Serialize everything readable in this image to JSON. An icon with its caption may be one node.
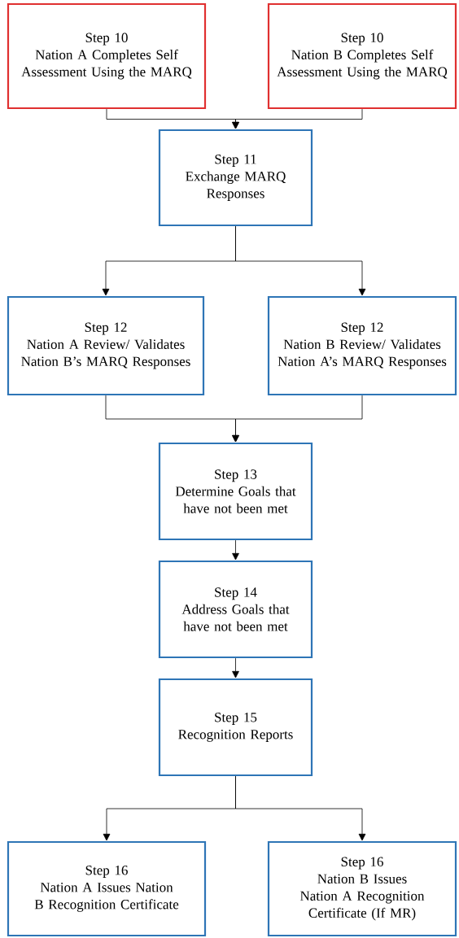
{
  "diagram": {
    "nodes": [
      {
        "text": [
          "Step 10",
          "Nation A Completes Self Assessment Using the MARQ"
        ]
      },
      {
        "text": [
          "Step 10",
          "Nation B Completes Self Assessment Using the MARQ"
        ]
      },
      {
        "text": [
          "Step 11",
          "Exchange MARQ Responses"
        ]
      },
      {
        "text": [
          "Step 12",
          "Nation A Review/ Validates Nation B’s MARQ Responses"
        ]
      },
      {
        "text": [
          "Step 12",
          "Nation B Review/ Validates Nation A’s MARQ Responses"
        ]
      },
      {
        "text": [
          "Step 13",
          "Determine Goals that have not been met"
        ]
      },
      {
        "text": [
          "Step 14",
          "Address Goals that have not been met"
        ]
      },
      {
        "text": [
          "Step 15",
          "Recognition Reports"
        ]
      },
      {
        "text": [
          "Step 16",
          "Nation A Issues Nation B Recognition Certificate"
        ]
      },
      {
        "text": [
          "Step 16",
          "Nation B Issues Nation A Recognition Certificate (If MR)"
        ]
      }
    ],
    "edges": [
      {
        "from": 0,
        "to": 2,
        "arrow": "to"
      },
      {
        "from": 1,
        "to": 2,
        "arrow": "to"
      },
      {
        "from": 2,
        "to": 3,
        "arrow": "to"
      },
      {
        "from": 2,
        "to": 4,
        "arrow": "to"
      },
      {
        "from": 3,
        "to": 5,
        "arrow": "to"
      },
      {
        "from": 4,
        "to": 5,
        "arrow": "to"
      },
      {
        "from": 5,
        "to": 6,
        "arrow": "to"
      },
      {
        "from": 6,
        "to": 7,
        "arrow": "to"
      },
      {
        "from": 7,
        "to": 8,
        "arrow": "to"
      },
      {
        "from": 7,
        "to": 9,
        "arrow": "to"
      }
    ]
  }
}
